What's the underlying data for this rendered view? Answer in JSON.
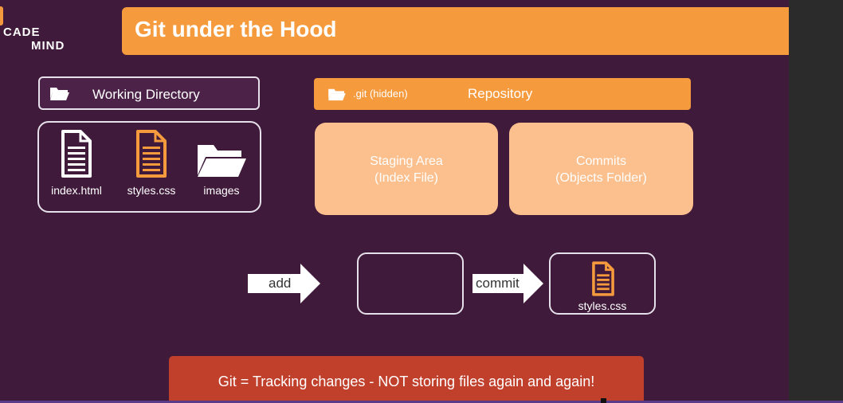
{
  "logo": {
    "line1": "CADE",
    "line2": "MIND"
  },
  "title": "Git under the Hood",
  "working_directory": {
    "label": "Working Directory",
    "files": [
      {
        "name": "index.html",
        "icon": "document-icon-white"
      },
      {
        "name": "styles.css",
        "icon": "document-icon-orange"
      },
      {
        "name": "images",
        "icon": "folder-icon-white"
      }
    ]
  },
  "repository": {
    "git_label": ".git (hidden)",
    "label": "Repository",
    "staging": {
      "line1": "Staging Area",
      "line2": "(Index File)"
    },
    "commits": {
      "line1": "Commits",
      "line2": "(Objects Folder)"
    }
  },
  "flow": {
    "add_label": "add",
    "commit_label": "commit",
    "committed_file": "styles.css"
  },
  "note": "Git = Tracking changes - NOT storing files again and again!",
  "colors": {
    "background": "#3f1a3a",
    "accent_orange": "#f69a3e",
    "peach": "#fbc08e",
    "note_red": "#c0402c"
  }
}
